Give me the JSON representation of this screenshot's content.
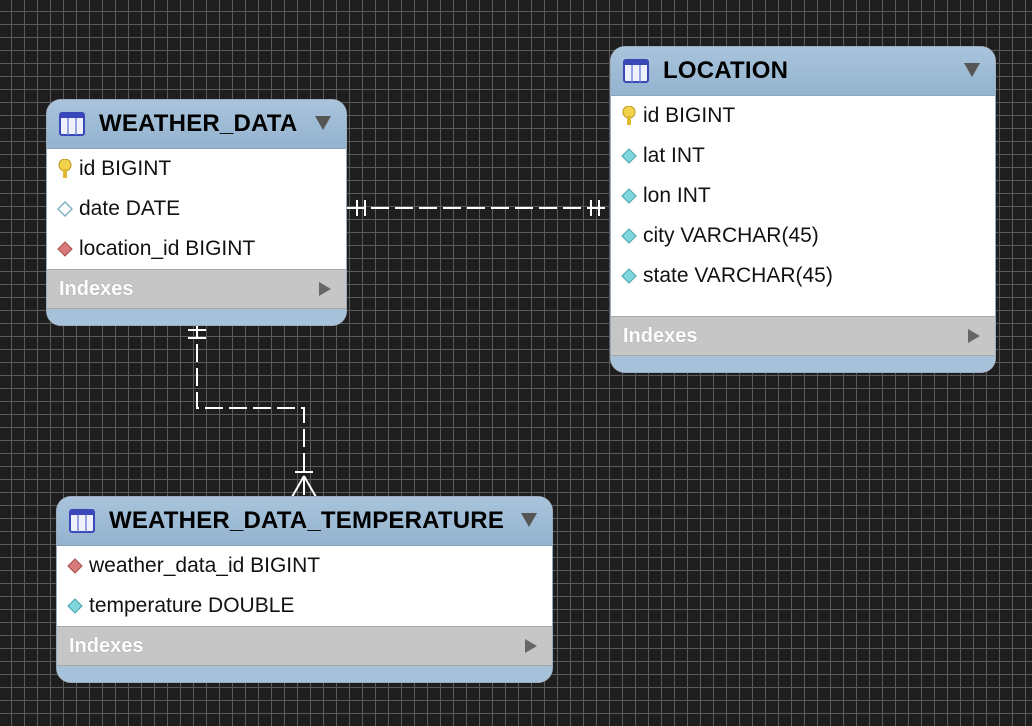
{
  "tables": {
    "weather_data": {
      "title": "WEATHER_DATA",
      "indexes_label": "Indexes",
      "columns": [
        {
          "icon": "primary-key-icon",
          "text": "id BIGINT"
        },
        {
          "icon": "column-nullable-icon",
          "text": "date DATE"
        },
        {
          "icon": "foreign-key-icon",
          "text": "location_id BIGINT"
        }
      ]
    },
    "location": {
      "title": "LOCATION",
      "indexes_label": "Indexes",
      "columns": [
        {
          "icon": "primary-key-icon",
          "text": "id BIGINT"
        },
        {
          "icon": "column-not-null-icon",
          "text": "lat INT"
        },
        {
          "icon": "column-not-null-icon",
          "text": "lon INT"
        },
        {
          "icon": "column-not-null-icon",
          "text": "city VARCHAR(45)"
        },
        {
          "icon": "column-not-null-icon",
          "text": "state VARCHAR(45)"
        }
      ]
    },
    "weather_data_temperature": {
      "title": "WEATHER_DATA_TEMPERATURE",
      "indexes_label": "Indexes",
      "columns": [
        {
          "icon": "foreign-key-icon",
          "text": "weather_data_id BIGINT"
        },
        {
          "icon": "column-not-null-icon",
          "text": "temperature DOUBLE"
        }
      ]
    }
  },
  "relationships": [
    {
      "from": "WEATHER_DATA",
      "to": "LOCATION",
      "cardinality": "one-to-one"
    },
    {
      "from": "WEATHER_DATA",
      "to": "WEATHER_DATA_TEMPERATURE",
      "cardinality": "one-to-many"
    }
  ],
  "colors": {
    "header": "#a9c4dc",
    "indexes_bar": "#c6c6c6",
    "canvas": "#1e1e1e",
    "grid": "#5a5a5a",
    "connector": "#ffffff"
  }
}
